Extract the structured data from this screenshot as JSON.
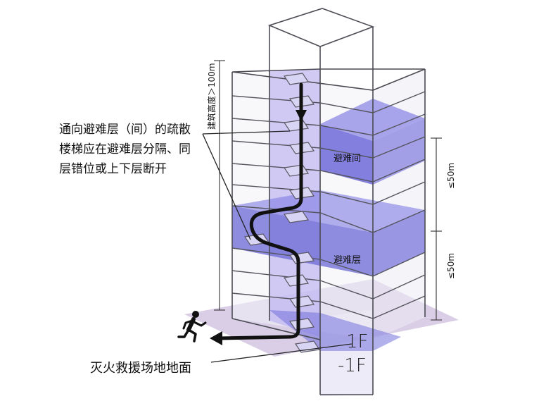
{
  "labels": {
    "building_height": "建筑高度＞100m",
    "stair_note": [
      "通向避难层（间）的疏散",
      "楼梯应在避难层分隔、同",
      "层错位或上下层断开"
    ],
    "refuge_room": "避难间",
    "refuge_floor": "避难层",
    "spacing_upper": "≤50m",
    "spacing_lower": "≤50m",
    "ground_floor": "1F",
    "basement_floor": "-1F",
    "fire_rescue_ground": "灭火救援场地地面"
  },
  "colors": {
    "building_line": "#4a4a52",
    "refuge_fill": "#6f6fd8",
    "stair_shaft_fill": "#b9b2ee",
    "ground_shadow": "#c9bcdc",
    "route": "#111111"
  },
  "icons": {
    "person": "running-person-icon",
    "route_arrow": "arrow-left-icon"
  }
}
